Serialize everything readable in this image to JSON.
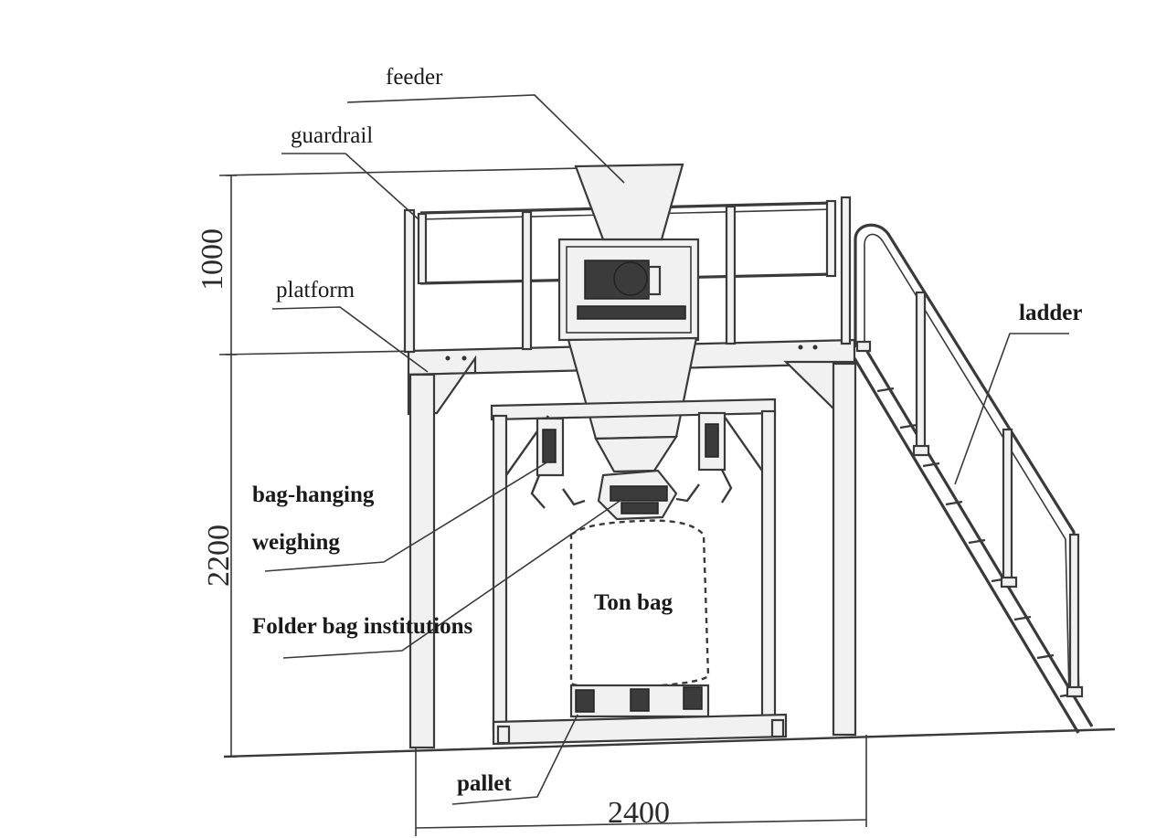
{
  "labels": {
    "feeder": "feeder",
    "guardrail": "guardrail",
    "platform": "platform",
    "ladder": "ladder",
    "bag_hanging": "bag-hanging",
    "weighing": "weighing",
    "folder_bag": "Folder bag institutions",
    "ton_bag": "Ton bag",
    "pallet": "pallet"
  },
  "dimensions": {
    "top_height": "1000",
    "lower_height": "2200",
    "width": "2400"
  },
  "colors": {
    "line": "#3a3a3a",
    "panel_fill": "#f1f1f1",
    "background": "#ffffff"
  }
}
